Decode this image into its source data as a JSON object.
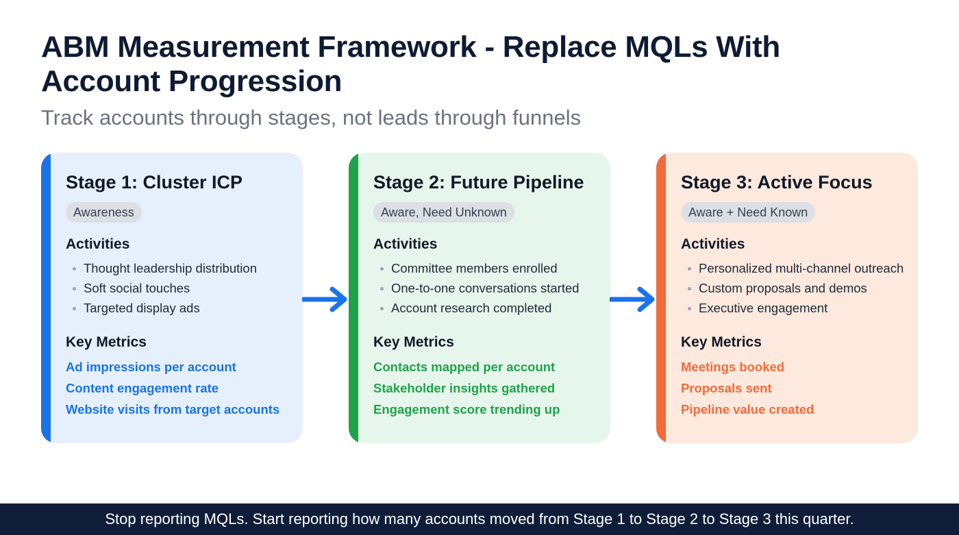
{
  "header": {
    "title": "ABM Measurement Framework - Replace MQLs With Account Progression",
    "subtitle": "Track accounts through stages, not leads through funnels"
  },
  "colors": {
    "stage1_accent": "#1a73e8",
    "stage2_accent": "#1fa34a",
    "stage3_accent": "#f26b3a",
    "arrow": "#1a73e8",
    "footer_bg": "#0f1d38"
  },
  "stages": [
    {
      "title": "Stage 1: Cluster ICP",
      "badge": "Awareness",
      "activities_heading": "Activities",
      "activities": [
        "Thought leadership distribution",
        "Soft social touches",
        "Targeted display ads"
      ],
      "metrics_heading": "Key Metrics",
      "metrics": [
        "Ad impressions per account",
        "Content engagement rate",
        "Website visits from target accounts"
      ]
    },
    {
      "title": "Stage 2: Future Pipeline",
      "badge": "Aware, Need Unknown",
      "activities_heading": "Activities",
      "activities": [
        "Committee members enrolled",
        "One-to-one conversations started",
        "Account research completed"
      ],
      "metrics_heading": "Key Metrics",
      "metrics": [
        "Contacts mapped per account",
        "Stakeholder insights gathered",
        "Engagement score trending up"
      ]
    },
    {
      "title": "Stage 3: Active Focus",
      "badge": "Aware + Need Known",
      "activities_heading": "Activities",
      "activities": [
        "Personalized multi-channel outreach",
        "Custom proposals and demos",
        "Executive engagement"
      ],
      "metrics_heading": "Key Metrics",
      "metrics": [
        "Meetings booked",
        "Proposals sent",
        "Pipeline value created"
      ]
    }
  ],
  "footer": {
    "text": "Stop reporting MQLs. Start reporting how many accounts moved from Stage 1 to Stage 2 to Stage 3 this quarter."
  }
}
